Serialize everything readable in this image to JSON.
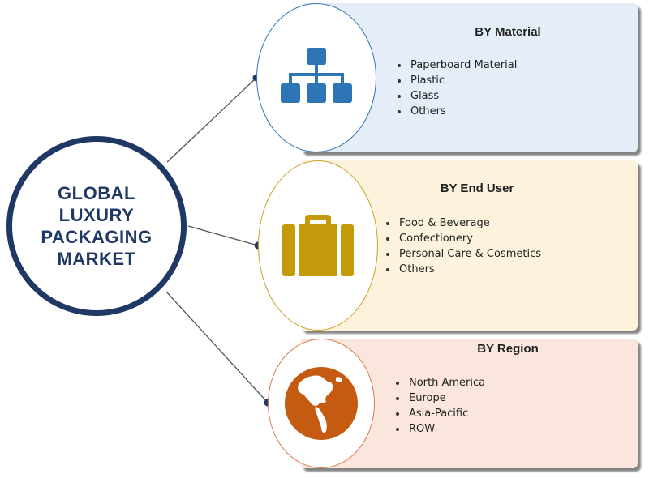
{
  "hub": {
    "title": "GLOBAL LUXURY PACKAGING MARKET",
    "border_color": "#1f3864"
  },
  "segments": [
    {
      "title": "BY Material",
      "items": [
        "Paperboard Material",
        "Plastic",
        "Glass",
        "Others"
      ],
      "icon": "hierarchy-icon",
      "icon_color": "#2e75b6",
      "card_color": "#e4edf8",
      "ring_color": "#2e75b6"
    },
    {
      "title": "BY End User",
      "items": [
        "Food & Beverage",
        "Confectionery",
        "Personal Care & Cosmetics",
        "Others"
      ],
      "icon": "briefcase-icon",
      "icon_color": "#c49a0a",
      "card_color": "#fdf3dc",
      "ring_color": "#c9a227"
    },
    {
      "title": "BY Region",
      "items": [
        "North America",
        "Europe",
        "Asia-Pacific",
        "ROW"
      ],
      "icon": "globe-icon",
      "icon_color": "#c55a11",
      "card_color": "#fae6dc",
      "ring_color": "#d97a4a"
    }
  ]
}
